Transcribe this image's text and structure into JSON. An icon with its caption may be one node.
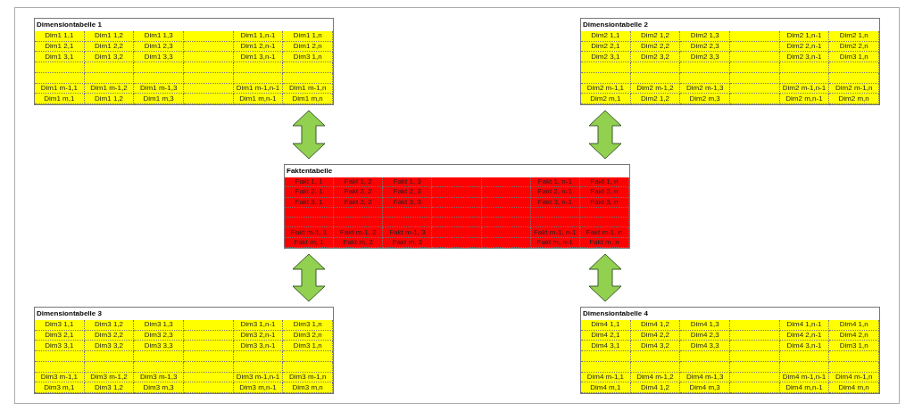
{
  "diagram": {
    "nodes": [
      {
        "text": [
          "Dimensiontabelle 1",
          "Dim1 1,1",
          "Dim1 1,2",
          "Dim1 1,3",
          "Dim1 1,n-1",
          "Dim1 1,n",
          "Dim1 2,1",
          "Dim1 2,2",
          "Dim1 2,3",
          "Dim1 2,n-1",
          "Dim1 2,n",
          "Dim1 3,1",
          "Dim1 3,2",
          "Dim1 3,3",
          "Dim1 3,n-1",
          "Dim3 1,n",
          "Dim1 m-1,1",
          "Dim1 m-1,2",
          "Dim1 m-1,3",
          "Dim1 m-1,n-1",
          "Dim1 m-1,n",
          "Dim1 m,1",
          "Dim1 1,2",
          "Dim1 m,3",
          "Dim1 m,n-1",
          "Dim1 m,n"
        ]
      },
      {
        "text": [
          "Dimensiontabelle 2",
          "Dim2 1,1",
          "Dim2 1,2",
          "Dim2 1,3",
          "Dim2 1,n-1",
          "Dim2 1,n",
          "Dim2 2,1",
          "Dim2 2,2",
          "Dim2 2,3",
          "Dim2 2,n-1",
          "Dim2 2,n",
          "Dim2 3,1",
          "Dim2 3,2",
          "Dim2 3,3",
          "Dim2 3,n-1",
          "Dim3 1,n",
          "Dim2 m-1,1",
          "Dim2 m-1,2",
          "Dim2 m-1,3",
          "Dim2 m-1,n-1",
          "Dim2 m-1,n",
          "Dim2 m,1",
          "Dim2 1,2",
          "Dim2 m,3",
          "Dim2 m,n-1",
          "Dim2 m,n"
        ]
      },
      {
        "text": [
          "Faktentabelle",
          "Fakt 1, 1",
          "Fakt 1, 2",
          "Fakt 1, 3",
          "Fakt 1, n-1",
          "Fakt 1, n",
          "Fakt 2, 1",
          "Fakt 2, 2",
          "Fakt 2, 3",
          "Fakt 2, n-1",
          "Fakt 2, n",
          "Fakt 3, 1",
          "Fakt 3, 2",
          "Fakt 3, 3",
          "Fakt 3, n-1",
          "Fakt 3, n",
          "Fakt m-1, 1",
          "Fakt m-1, 2",
          "Fakt m-1, 3",
          "Fakt m-1, n-1",
          "Fakt m-1, n",
          "Fakt m, 1",
          "Fakt m, 2",
          "Fakt m, 3",
          "Fakt m, n-1",
          "Fakt m, n"
        ]
      },
      {
        "text": [
          "Dimensiontabelle 3",
          "Dim3 1,1",
          "Dim3 1,2",
          "Dim3 1,3",
          "Dim3 1,n-1",
          "Dim3 1,n",
          "Dim3 2,1",
          "Dim3 2,2",
          "Dim3 2,3",
          "Dim3 2,n-1",
          "Dim3 2,n",
          "Dim3 3,1",
          "Dim3 3,2",
          "Dim3 3,3",
          "Dim3 3,n-1",
          "Dim3 1,n",
          "Dim3 m-1,1",
          "Dim3 m-1,2",
          "Dim3 m-1,3",
          "Dim3 m-1,n-1",
          "Dim3 m-1,n",
          "Dim3 m,1",
          "Dim3 1,2",
          "Dim3 m,3",
          "Dim3 m,n-1",
          "Dim3 m,n"
        ]
      },
      {
        "text": [
          "Dimensiontabelle 4",
          "Dim4 1,1",
          "Dim4 1,2",
          "Dim4 1,3",
          "Dim4 1,n-1",
          "Dim4 1,n",
          "Dim4 2,1",
          "Dim4 2,2",
          "Dim4 2,3",
          "Dim4 2,n-1",
          "Dim4 2,n",
          "Dim4 3,1",
          "Dim4 3,2",
          "Dim4 3,3",
          "Dim4 3,n-1",
          "Dim3 1,n",
          "Dim4 m-1,1",
          "Dim4 m-1,2",
          "Dim4 m-1,3",
          "Dim4 m-1,n-1",
          "Dim4 m-1,n",
          "Dim4 m,1",
          "Dim4 1,2",
          "Dim4 m,3",
          "Dim4 m,n-1",
          "Dim4 m,n"
        ]
      }
    ],
    "edges": [
      {
        "from": 0,
        "to": 2,
        "arrow": "both"
      },
      {
        "from": 1,
        "to": 2,
        "arrow": "both"
      },
      {
        "from": 3,
        "to": 2,
        "arrow": "both"
      },
      {
        "from": 4,
        "to": 2,
        "arrow": "both"
      }
    ]
  }
}
